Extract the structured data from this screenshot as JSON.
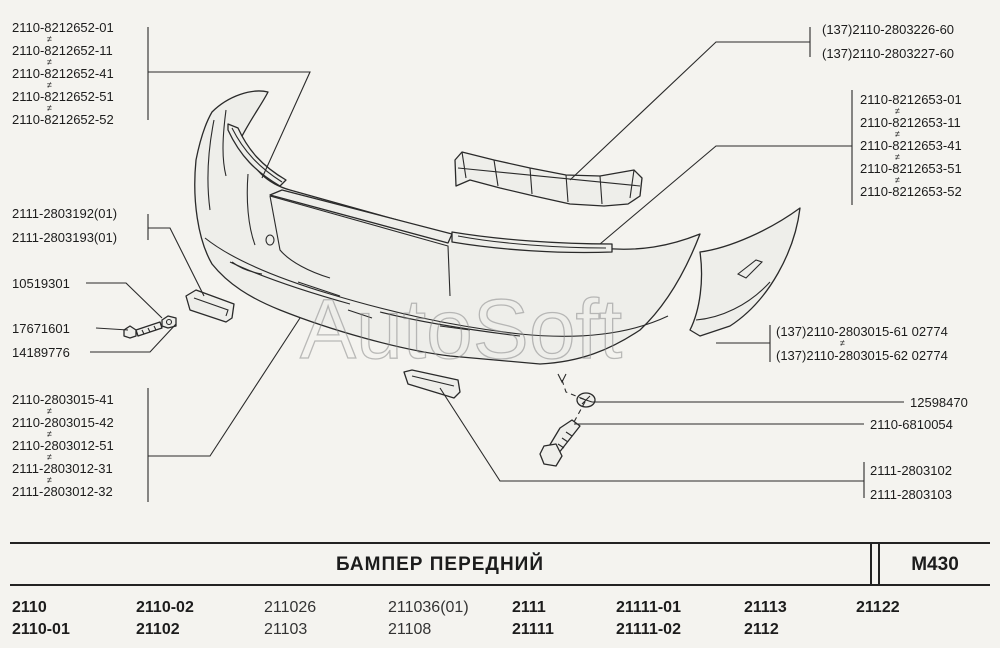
{
  "watermark": "AutoSoft",
  "title": "БАМПЕР  ПЕРЕДНИЙ",
  "sheet_code": "M430",
  "callouts": {
    "bracket_left_top": [
      "2110-8212652-01",
      "2110-8212652-11",
      "2110-8212652-41",
      "2110-8212652-51",
      "2110-8212652-52"
    ],
    "grille_top": [
      "(137)2110-2803226-60",
      "(137)2110-2803227-60"
    ],
    "bracket_right_top": [
      "2110-8212653-01",
      "2110-8212653-11",
      "2110-8212653-41",
      "2110-8212653-51",
      "2110-8212653-52"
    ],
    "fog_cover": [
      "2111-2803192(01)",
      "2111-2803193(01)"
    ],
    "fasteners": [
      "10519301",
      "17671601",
      "14189776"
    ],
    "bumper_cover": [
      "2110-2803015-41",
      "2110-2803015-42",
      "2110-2803012-51",
      "2111-2803012-31",
      "2111-2803012-32"
    ],
    "bumper_assembly": [
      "(137)2110-2803015-61 02774",
      "(137)2110-2803015-62 02774"
    ],
    "clip": "12598470",
    "bolt": "2110-6810054",
    "plug": [
      "2111-2803102",
      "2111-2803103"
    ],
    "not_equal": "≠"
  },
  "models": [
    {
      "top": "2110",
      "bottom": "2110-01",
      "weight": "bold"
    },
    {
      "top": "2110-02",
      "bottom": "21102",
      "weight": "bold"
    },
    {
      "top": "211026",
      "bottom": "21103",
      "weight": "light"
    },
    {
      "top": "211036(01)",
      "bottom": "21108",
      "weight": "light"
    },
    {
      "top": "2111",
      "bottom": "21111",
      "weight": "bold"
    },
    {
      "top": "21111-01",
      "bottom": "21111-02",
      "weight": "bold"
    },
    {
      "top": "21113",
      "bottom": "2112",
      "weight": "bold"
    },
    {
      "top": "21122",
      "bottom": "",
      "weight": "bold"
    }
  ]
}
